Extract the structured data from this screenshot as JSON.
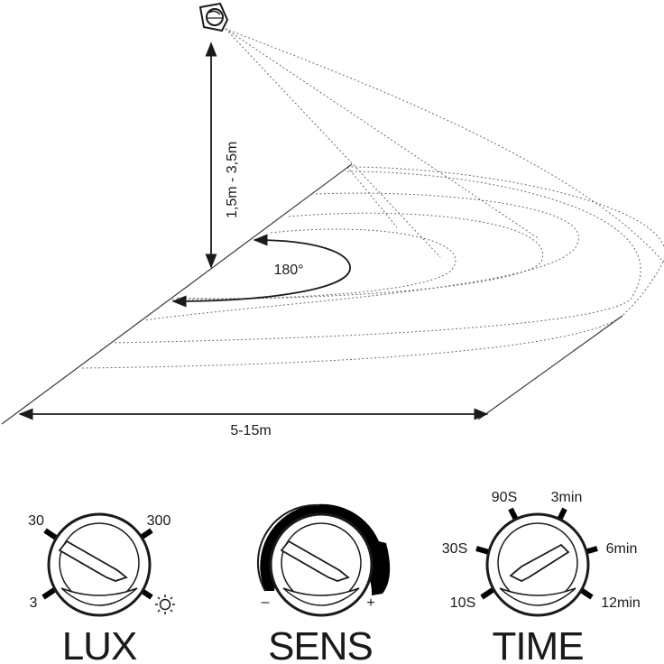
{
  "diagram": {
    "height_label": "1,5m - 3,5m",
    "angle_label": "180°",
    "range_label": "5-15m"
  },
  "dials": {
    "lux": {
      "title": "LUX",
      "ticks": [
        "30",
        "300",
        "3"
      ],
      "sun_icon": "sun-icon"
    },
    "sens": {
      "title": "SENS",
      "minus_label": "–",
      "plus_label": "+"
    },
    "time": {
      "title": "TIME",
      "ticks": [
        "90S",
        "3min",
        "30S",
        "6min",
        "10S",
        "12min"
      ]
    }
  }
}
